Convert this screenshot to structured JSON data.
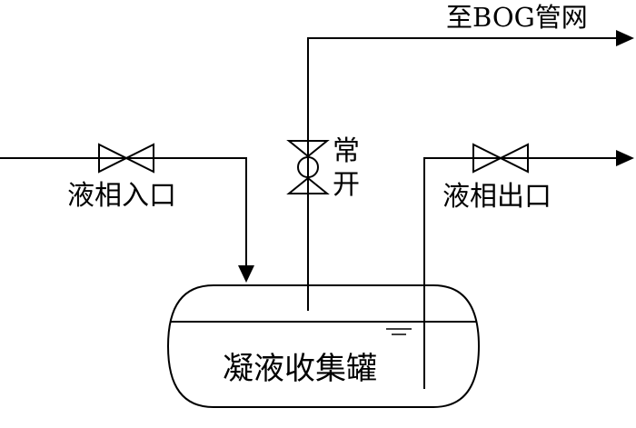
{
  "labels": {
    "bog_network": "至BOG管网",
    "liquid_inlet": "液相入口",
    "liquid_outlet": "液相出口",
    "normally_open_1": "常",
    "normally_open_2": "开",
    "tank": "凝液收集罐"
  },
  "colors": {
    "line": "#000000",
    "background": "#ffffff"
  }
}
